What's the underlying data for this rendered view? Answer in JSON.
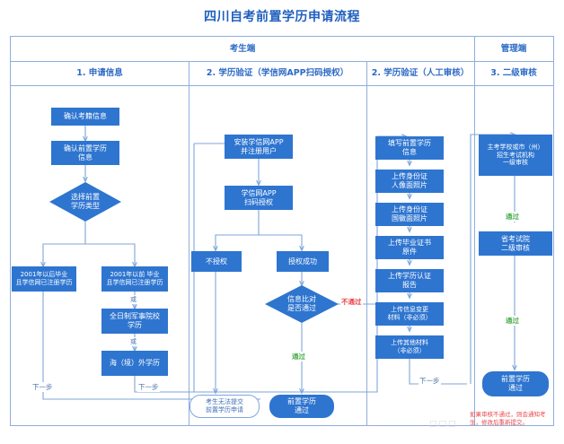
{
  "title": "四川自考前置学历申请流程",
  "header": {
    "group_row": [
      {
        "label": "考生端"
      },
      {
        "label": "管理端"
      }
    ],
    "stage_row": [
      {
        "label": "1. 申请信息"
      },
      {
        "label": "2. 学历验证（学信网APP扫码授权）"
      },
      {
        "label": "2. 学历验证（人工审核）"
      },
      {
        "label": "3. 二级审核"
      }
    ]
  },
  "colors": {
    "node_fill": "#2E75D0",
    "frame_line": "#8FAEDC",
    "title": "#1F5FBF",
    "pass": "#4CAF50",
    "fail": "#E8454B"
  },
  "columns": {
    "apply": {
      "nodes": [
        {
          "id": "confirm-exam-info",
          "text": "确认考籍信息"
        },
        {
          "id": "confirm-prior-edu-info",
          "text": "确认前置学历\n信息"
        },
        {
          "id": "choose-prior-edu-type",
          "text": "选择前置\n学历类型",
          "shape": "diamond"
        },
        {
          "id": "after-2001-registered",
          "text": "2001年以后毕业\n且学信网已注册学历"
        },
        {
          "id": "before-2001-registered",
          "text": "2001年以前 毕业\n且学信网已注册学历"
        },
        {
          "id": "fulltime-military-edu",
          "text": "全日制军事院校\n学历"
        },
        {
          "id": "overseas-edu",
          "text": "海（境）外学历"
        }
      ],
      "labels": {
        "or": "或",
        "next_left": "下一步",
        "next_right": "下一步"
      }
    },
    "verify_app": {
      "nodes": [
        {
          "id": "install-chsi-app",
          "text": "安装学信网APP\n并注册用户"
        },
        {
          "id": "chsi-app-scan-auth",
          "text": "学信网APP\n扫码授权"
        },
        {
          "id": "no-auth",
          "text": "不授权"
        },
        {
          "id": "auth-success",
          "text": "授权成功"
        },
        {
          "id": "compare-pass-decision",
          "text": "信息比对\n是否通过",
          "shape": "diamond"
        },
        {
          "id": "cannot-submit",
          "text": "考生无法提交\n前置学历申请",
          "shape": "terminal-white"
        },
        {
          "id": "prior-edu-passed-app",
          "text": "前置学历\n通过",
          "shape": "terminal"
        }
      ],
      "labels": {
        "fail": "不通过",
        "pass": "通过"
      }
    },
    "verify_manual": {
      "nodes": [
        {
          "id": "fill-prior-edu-info",
          "text": "填写前置学历\n信息"
        },
        {
          "id": "upload-id-front",
          "text": "上传身份证\n人像面照片"
        },
        {
          "id": "upload-id-back",
          "text": "上传身份证\n国徽面照片"
        },
        {
          "id": "upload-diploma",
          "text": "上传毕业证书\n原件"
        },
        {
          "id": "upload-edu-report",
          "text": "上传学历认证\n报告"
        },
        {
          "id": "upload-change-material",
          "text": "上传信息变更\n材料（非必须）"
        },
        {
          "id": "upload-other-material",
          "text": "上传其他材料\n（非必须）"
        }
      ],
      "labels": {
        "next": "下一步"
      }
    },
    "review": {
      "nodes": [
        {
          "id": "first-level-review",
          "text": "主考学校或市（州）\n招生考试机构\n一级审核"
        },
        {
          "id": "second-level-review",
          "text": "省考试院\n二级审核"
        },
        {
          "id": "prior-edu-passed-review",
          "text": "前置学历\n通过",
          "shape": "terminal"
        }
      ],
      "labels": {
        "pass1": "通过",
        "pass2": "通过"
      }
    }
  },
  "footnote": "如果审核不通过，则会通知考\n生，修改后重新提交。",
  "watermark": "□□□"
}
